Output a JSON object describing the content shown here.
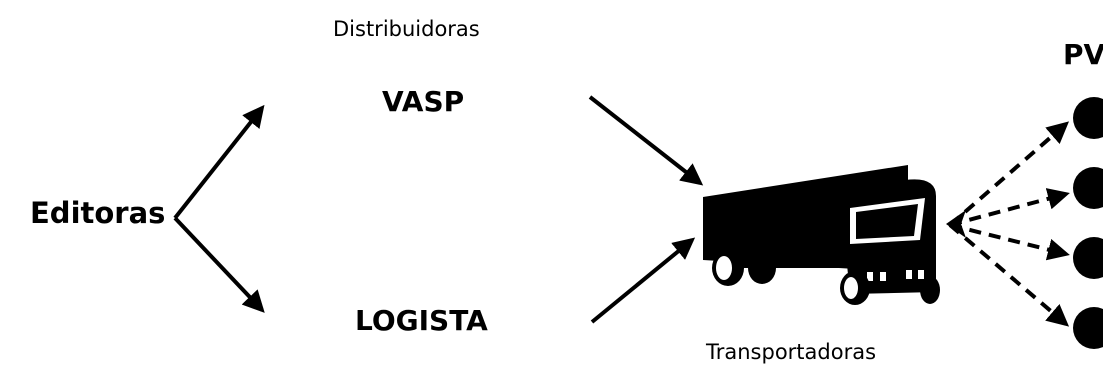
{
  "diagram": {
    "nodes": {
      "source": "Editoras",
      "distributors_header": "Distribuidoras",
      "distributor_1": "VASP",
      "distributor_2": "LOGISTA",
      "carriers": "Transportadoras",
      "points_of_sale": "PV"
    },
    "points_of_sale_count": 4,
    "colors": {
      "ink": "#000000",
      "background": "#ffffff"
    }
  }
}
